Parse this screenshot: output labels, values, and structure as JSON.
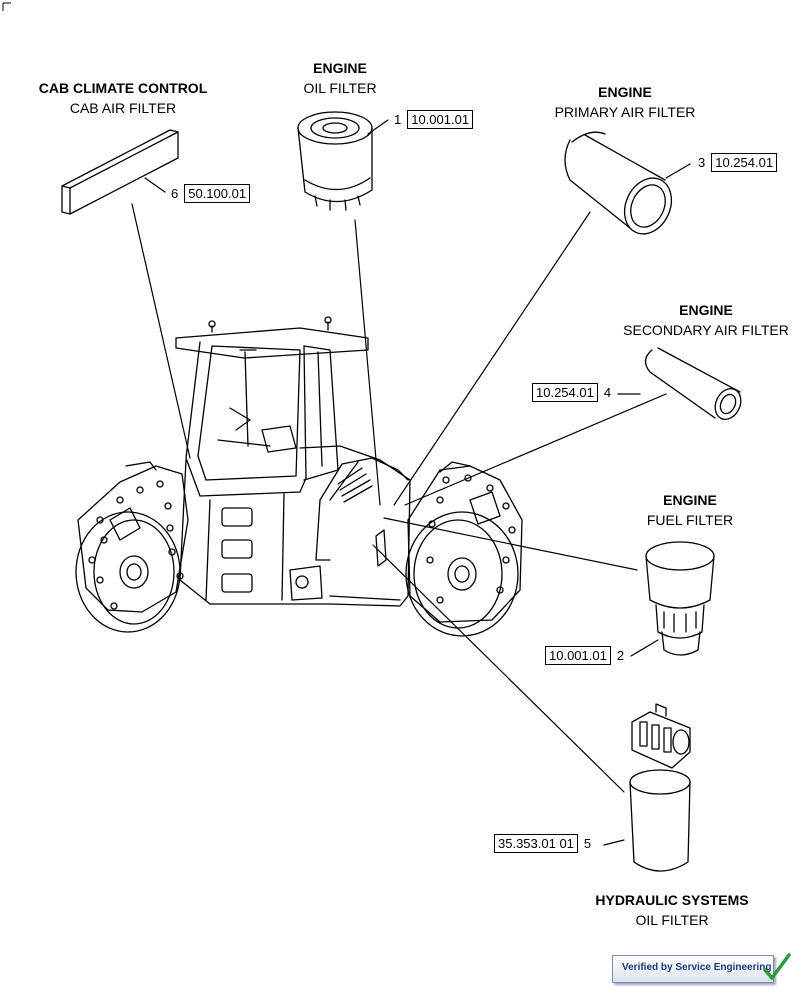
{
  "parts": [
    {
      "id": "cab-air-filter",
      "title": "CAB CLIMATE CONTROL",
      "subtitle": "CAB AIR FILTER",
      "number": "6",
      "ref": "50.100.01"
    },
    {
      "id": "engine-oil-filter",
      "title": "ENGINE",
      "subtitle": "OIL FILTER",
      "number": "1",
      "ref": "10.001.01"
    },
    {
      "id": "engine-primary-air-filter",
      "title": "ENGINE",
      "subtitle": "PRIMARY AIR FILTER",
      "number": "3",
      "ref": "10.254.01"
    },
    {
      "id": "engine-secondary-air-filter",
      "title": "ENGINE",
      "subtitle": "SECONDARY AIR FILTER",
      "number": "4",
      "ref": "10.254.01"
    },
    {
      "id": "engine-fuel-filter",
      "title": "ENGINE",
      "subtitle": "FUEL FILTER",
      "number": "2",
      "ref": "10.001.01"
    },
    {
      "id": "hydraulic-oil-filter",
      "title": "HYDRAULIC SYSTEMS",
      "subtitle": "OIL FILTER",
      "number": "5",
      "ref": "35.353.01 01"
    }
  ],
  "badge": {
    "text": "Verified by Service Engineering",
    "check_color": "#2e9b3a"
  }
}
